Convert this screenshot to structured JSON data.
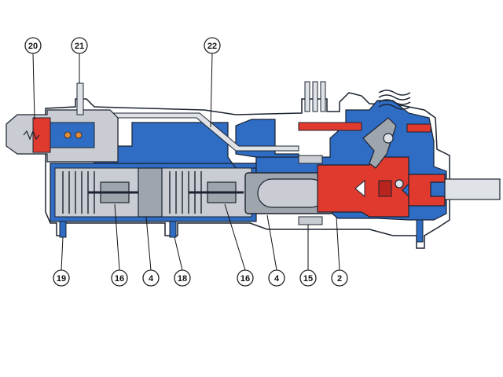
{
  "colors": {
    "background": "#ffffff",
    "housing_blue": "#2f6cc4",
    "deep_blue": "#1d4fa3",
    "light_gray": "#c9cdd3",
    "piston_gray": "#9ea5ad",
    "outline": "#1b2330",
    "red": "#e03a2f",
    "dark_red": "#b8251e",
    "shaft_gray": "#dfe3e7",
    "callout_fill": "#ffffff",
    "callout_stroke": "#222222"
  },
  "callouts": {
    "c20": "20",
    "c21": "21",
    "c22": "22",
    "c19": "19",
    "c16a": "16",
    "c4a": "4",
    "c18": "18",
    "c16b": "16",
    "c4b": "4",
    "c15": "15",
    "c2": "2"
  }
}
